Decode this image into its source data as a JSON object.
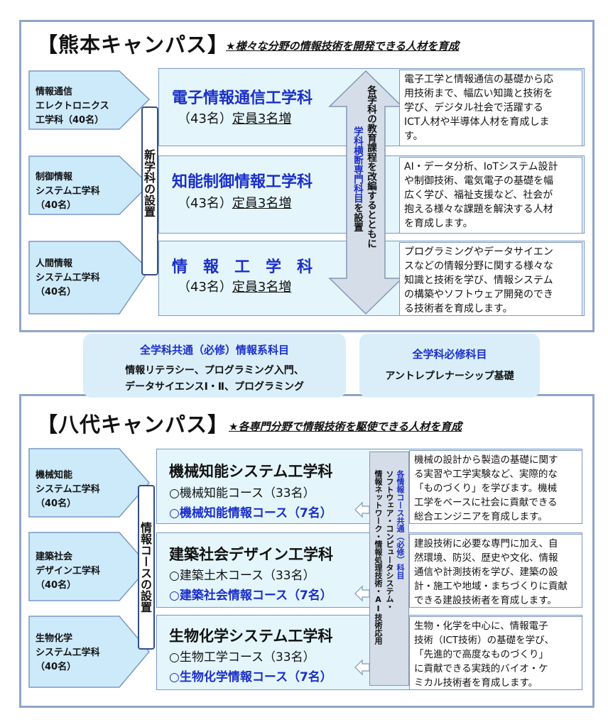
{
  "kumamoto": {
    "title": "【熊本キャンパス】",
    "tagline": "★様々な分野の情報技術を開発できる人材を育成",
    "former_depts": [
      {
        "line1": "情報通信",
        "line2": "エレクトロニクス",
        "line3": "工学科（40名）"
      },
      {
        "line1": "制御情報",
        "line2": "システム工学科",
        "line3": "（40名）"
      },
      {
        "line1": "人間情報",
        "line2": "システム工学科",
        "line3": "（40名）"
      }
    ],
    "new_dept_label": "新学科の設置",
    "new_depts": [
      {
        "name": "電子情報通信工学科",
        "count": "（43名）",
        "increase": "定員3名増"
      },
      {
        "name": "知能制御情報工学科",
        "count": "（43名）",
        "increase": "定員3名増"
      },
      {
        "name": "情　報　工　学　科",
        "count": "（43名）",
        "increase": "定員3名増"
      }
    ],
    "reform_label_black": "各学科の教育課程を改編するとともに",
    "reform_label_blue": "学科横断専門科目",
    "reform_label_tail": "を設置",
    "descriptions": [
      [
        "電子工学と情報通信の基礎から応",
        "用技術まで、幅広い知識と技術を",
        "学び、デジタル社会で活躍する",
        "ICT人材や半導体人材を育成しま",
        "す。"
      ],
      [
        "AI・データ分析、IoTシステム設計",
        "や制御技術、電気電子の基礎を幅",
        "広く学び、福祉支援など、社会が",
        "抱える様々な課題を解決する人材",
        "を育成します。"
      ],
      [
        "プログラミングやデータサイエン",
        "スなどの情報分野に関する様々な",
        "知識と技術を学び、情報システム",
        "の構築やソフトウェア開発のでき",
        "る技術者を育成します。"
      ]
    ]
  },
  "common": {
    "info_title": "全学科共通（必修）情報系科目",
    "info_line1": "情報リテラシー、プログラミング入門、",
    "info_line2": "データサイエンスⅠ・Ⅱ、プログラミング",
    "req_title": "全学科必修科目",
    "req_body": "アントレプレナーシップ基礎"
  },
  "yatsushiro": {
    "title": "【八代キャンパス】",
    "tagline": "★各専門分野で情報技術を駆使できる人材を育成",
    "former_depts": [
      {
        "line1": "機械知能",
        "line2": "システム工学科",
        "line3": "（40名）"
      },
      {
        "line1": "建築社会",
        "line2": "デザイン工学科",
        "line3": "（40名）"
      },
      {
        "line1": "生物化学",
        "line2": "システム工学科",
        "line3": "（40名）"
      }
    ],
    "course_setup_label": "情報コースの設置",
    "depts": [
      {
        "name": "機械知能システム工学科",
        "course_regular": "○機械知能コース（33名）",
        "course_info": "○機械知能情報コース（7名）"
      },
      {
        "name": "建築社会デザイン工学科",
        "course_regular": "○建築土木コース（33名）",
        "course_info": "○建築社会情報コース（7名）"
      },
      {
        "name": "生物化学システム工学科",
        "course_regular": "○生物工学コース（33名）",
        "course_info": "○生物化学情報コース（7名）"
      }
    ],
    "shared_label_line1": "各情報コース共通（必修）科目",
    "shared_label_line2": "ソフトウェア・コンピュータシステム・",
    "shared_label_line3": "情報ネットワーク・情報処理技術・AI技術応用",
    "descriptions": [
      [
        "機械の設計から製造の基礎に関す",
        "る実習や工学実験など、実際的な",
        "「ものづくり」を学びます。機械",
        "工学をベースに社会に貢献できる",
        "総合エンジニアを育成します。"
      ],
      [
        "建設技術に必要な専門に加え、自",
        "然環境、防災、歴史や文化、情報",
        "通信や計測技術を学び、建築の設",
        "計・施工や地域・まちづくりに貢献",
        "できる建設技術者を育成します。"
      ],
      [
        "生物・化学を中心に、情報電子",
        "技術（ICT技術）の基礎を学び、",
        "「先進的で高度なものづくり」",
        "に貢献できる実践的バイオ・ケ",
        "ミカル技術者を育成します。"
      ]
    ]
  },
  "colors": {
    "frame": "#8fa6c8",
    "dept_blue": "#1b2fc8",
    "arrow_fill": "#cdeafb",
    "box_fill": "#e4f6fc",
    "common_fill": "#d9eef9"
  }
}
